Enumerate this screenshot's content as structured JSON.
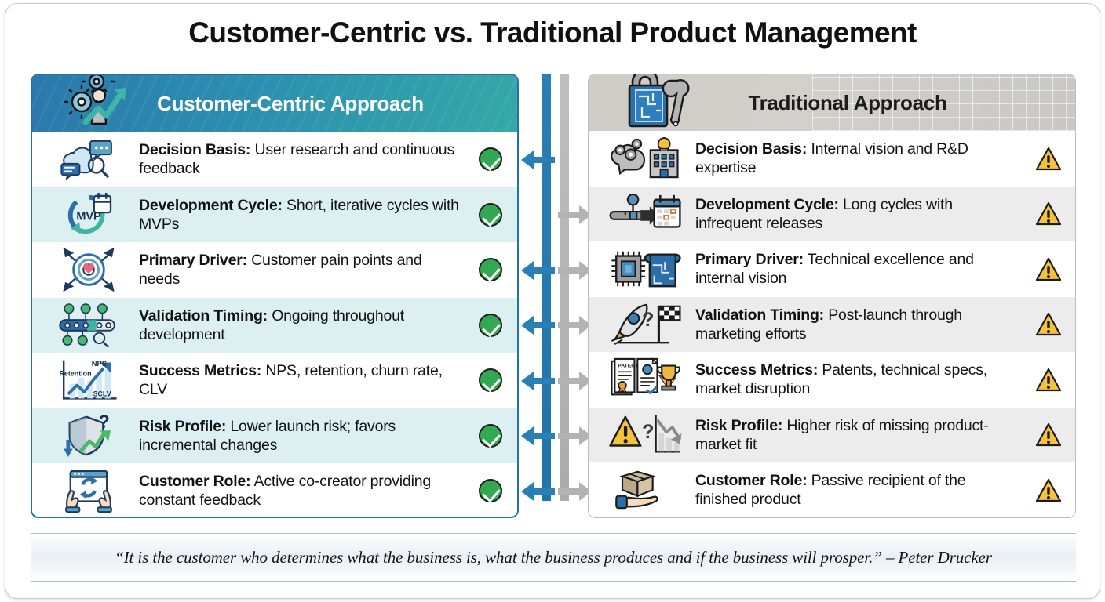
{
  "page": {
    "title": "Customer-Centric vs. Traditional Product Management"
  },
  "colors": {
    "left_header_from": "#2b79ab",
    "left_header_to": "#35a8a7",
    "right_header_from": "#cfcbc6",
    "right_header_to": "#c9c8c6",
    "left_border": "#2473a6",
    "right_border": "#bdbdbd",
    "left_row_alt": "#dcf0f1",
    "right_row_alt": "#ececec",
    "check_green": "#32a852",
    "warn_yellow": "#f5c23c",
    "spine_blue": "#2a7fb4",
    "spine_gray": "#bfbfbf"
  },
  "left_panel": {
    "header": {
      "title": "Customer-Centric Approach",
      "icon": "gear-person-growth-arrow-icon"
    },
    "badge_type": "check",
    "rows": [
      {
        "icon": "brain-chat-magnifier-icon",
        "label": "Decision Basis:",
        "value": "User research and continuous feedback",
        "badge": "check-circle-icon"
      },
      {
        "icon": "mvp-cycle-calendar-icon",
        "label": "Development Cycle:",
        "value": "Short, iterative cycles with MVPs",
        "badge": "check-circle-icon"
      },
      {
        "icon": "target-heart-arrows-icon",
        "label": "Primary Driver:",
        "value": "Customer pain points and needs",
        "badge": "check-circle-icon"
      },
      {
        "icon": "timeline-checkpoints-magnifier-icon",
        "label": "Validation Timing:",
        "value": "Ongoing throughout development",
        "badge": "check-circle-icon"
      },
      {
        "icon": "nps-retention-sclv-chart-icon",
        "label": "Success Metrics:",
        "value": "NPS, retention, churn rate, CLV",
        "badge": "check-circle-icon"
      },
      {
        "icon": "shield-question-growth-arrow-icon",
        "label": "Risk Profile:",
        "value": "Lower launch risk; favors incremental changes",
        "badge": "check-circle-icon"
      },
      {
        "icon": "hands-tablet-refresh-icon",
        "label": "Customer Role:",
        "value": "Active co-creator providing constant feedback",
        "badge": "check-circle-icon"
      }
    ]
  },
  "right_panel": {
    "header": {
      "title": "Traditional Approach",
      "icon": "blueprint-wrench-gear-icon"
    },
    "badge_type": "warning",
    "rows": [
      {
        "icon": "brain-gears-lightbulb-building-icon",
        "label": "Decision Basis:",
        "value": "Internal vision and R&D expertise",
        "badge": "warning-triangle-icon"
      },
      {
        "icon": "slow-timeline-calendar-icon",
        "label": "Development Cycle:",
        "value": "Long cycles with infrequent releases",
        "badge": "warning-triangle-icon"
      },
      {
        "icon": "microchip-blueprint-icon",
        "label": "Primary Driver:",
        "value": "Technical excellence and internal vision",
        "badge": "warning-triangle-icon"
      },
      {
        "icon": "rocket-question-finish-flag-icon",
        "label": "Validation Timing:",
        "value": "Post-launch through marketing efforts",
        "badge": "warning-triangle-icon"
      },
      {
        "icon": "patents-docs-trophy-icon",
        "label": "Success Metrics:",
        "value": "Patents, technical specs, market disruption",
        "badge": "warning-triangle-icon"
      },
      {
        "icon": "warning-question-declining-chart-icon",
        "label": "Risk Profile:",
        "value": "Higher risk of missing product-market fit",
        "badge": "warning-triangle-icon"
      },
      {
        "icon": "hand-holding-box-icon",
        "label": "Customer Role:",
        "value": "Passive recipient of the finished product",
        "badge": "warning-triangle-icon"
      }
    ]
  },
  "center_connectors": {
    "rows": [
      {
        "left_arrow": true,
        "right_arrow": false
      },
      {
        "left_arrow": false,
        "right_arrow": true
      },
      {
        "left_arrow": true,
        "right_arrow": true
      },
      {
        "left_arrow": true,
        "right_arrow": true
      },
      {
        "left_arrow": true,
        "right_arrow": true
      },
      {
        "left_arrow": true,
        "right_arrow": true
      },
      {
        "left_arrow": true,
        "right_arrow": true
      }
    ]
  },
  "footer": {
    "quote": "“It is the customer who determines what the business is, what the business produces and if the business will prosper.” – Peter Drucker"
  }
}
